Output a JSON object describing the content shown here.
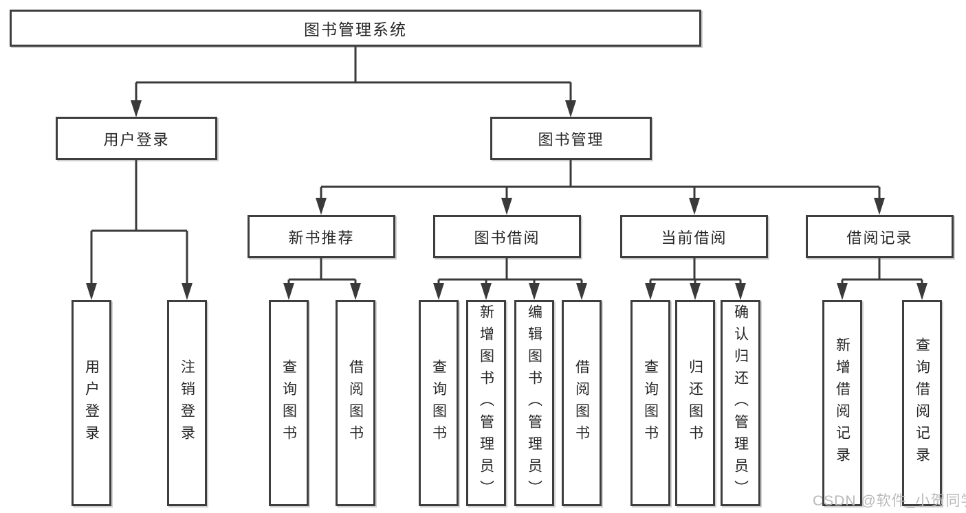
{
  "diagram": {
    "root_label": "图书管理系统",
    "branches": {
      "user": {
        "label": "用户登录",
        "children": [
          "用户登录",
          "注销登录"
        ]
      },
      "mgmt": {
        "label": "图书管理",
        "sections": [
          {
            "label": "新书推荐",
            "children": [
              "查询图书",
              "借阅图书"
            ]
          },
          {
            "label": "图书借阅",
            "children": [
              "查询图书",
              "新增图书（管理员）",
              "编辑图书（管理员）",
              "借阅图书"
            ]
          },
          {
            "label": "当前借阅",
            "children": [
              "查询图书",
              "归还图书",
              "确认归还（管理员）"
            ]
          },
          {
            "label": "借阅记录",
            "children": [
              "新增借阅记录",
              "查询借阅记录"
            ]
          }
        ]
      }
    }
  },
  "watermark": {
    "text": "CSDN @软件_小贺同学"
  },
  "colors": {
    "line": "#3a3a3a",
    "border": "#3e3e3e",
    "text": "#262626",
    "watermark": "#b9b9b9",
    "background": "#ffffff"
  }
}
